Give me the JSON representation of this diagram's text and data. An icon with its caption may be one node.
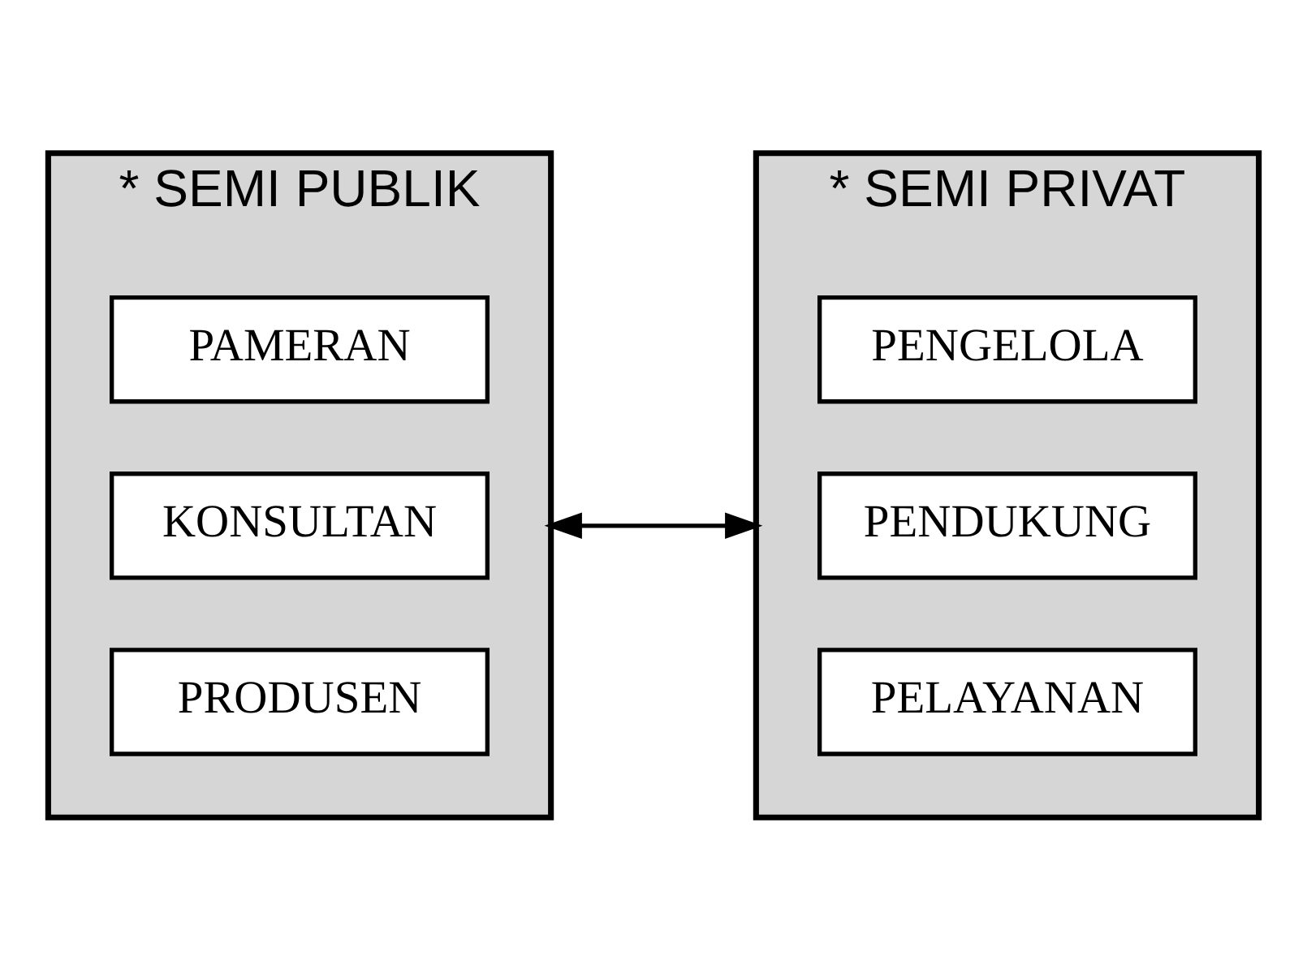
{
  "diagram": {
    "nodes": [
      {
        "text": [
          "* SEMI PUBLIK"
        ]
      },
      {
        "text": [
          "PAMERAN"
        ],
        "in": 0
      },
      {
        "text": [
          "KONSULTAN"
        ],
        "in": 0
      },
      {
        "text": [
          "PRODUSEN"
        ],
        "in": 0
      },
      {
        "text": [
          "* SEMI PRIVAT"
        ]
      },
      {
        "text": [
          "PENGELOLA"
        ],
        "in": 4
      },
      {
        "text": [
          "PENDUKUNG"
        ],
        "in": 4
      },
      {
        "text": [
          "PELAYANAN"
        ],
        "in": 4
      }
    ],
    "edges": [
      {
        "from": 0,
        "to": 4,
        "arrow": "both"
      }
    ]
  }
}
